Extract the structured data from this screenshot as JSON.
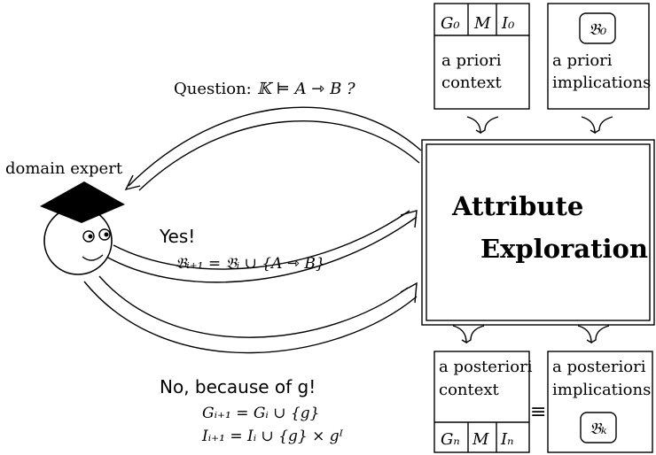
{
  "question": {
    "prefix": "Question:",
    "formula": "𝕂 ⊨ A ⇾ B ?"
  },
  "expert_label": "domain expert",
  "yes": {
    "label": "Yes!",
    "update": "𝔅ᵢ₊₁ = 𝔅ᵢ ∪ {A ⇾ B}"
  },
  "no": {
    "label": "No, because of g!",
    "update_g": "Gᵢ₊₁ = Gᵢ ∪ {g}",
    "update_i": "Iᵢ₊₁ = Iᵢ ∪ {g} × gᴵ"
  },
  "exploration": {
    "line1": "Attribute",
    "line2": "Exploration"
  },
  "a_priori_context": {
    "headers": [
      "G₀",
      "M",
      "I₀"
    ],
    "line1": "a priori",
    "line2": "context"
  },
  "a_priori_implications": {
    "symbol": "𝔅₀",
    "line1": "a priori",
    "line2": "implications"
  },
  "a_posteriori_context": {
    "line1": "a posteriori",
    "line2": "context",
    "footers": [
      "Gₙ",
      "M",
      "Iₙ"
    ]
  },
  "a_posteriori_implications": {
    "line1": "a posteriori",
    "line2": "implications",
    "symbol": "𝔅ₖ"
  },
  "equivalence_symbol": "≡"
}
